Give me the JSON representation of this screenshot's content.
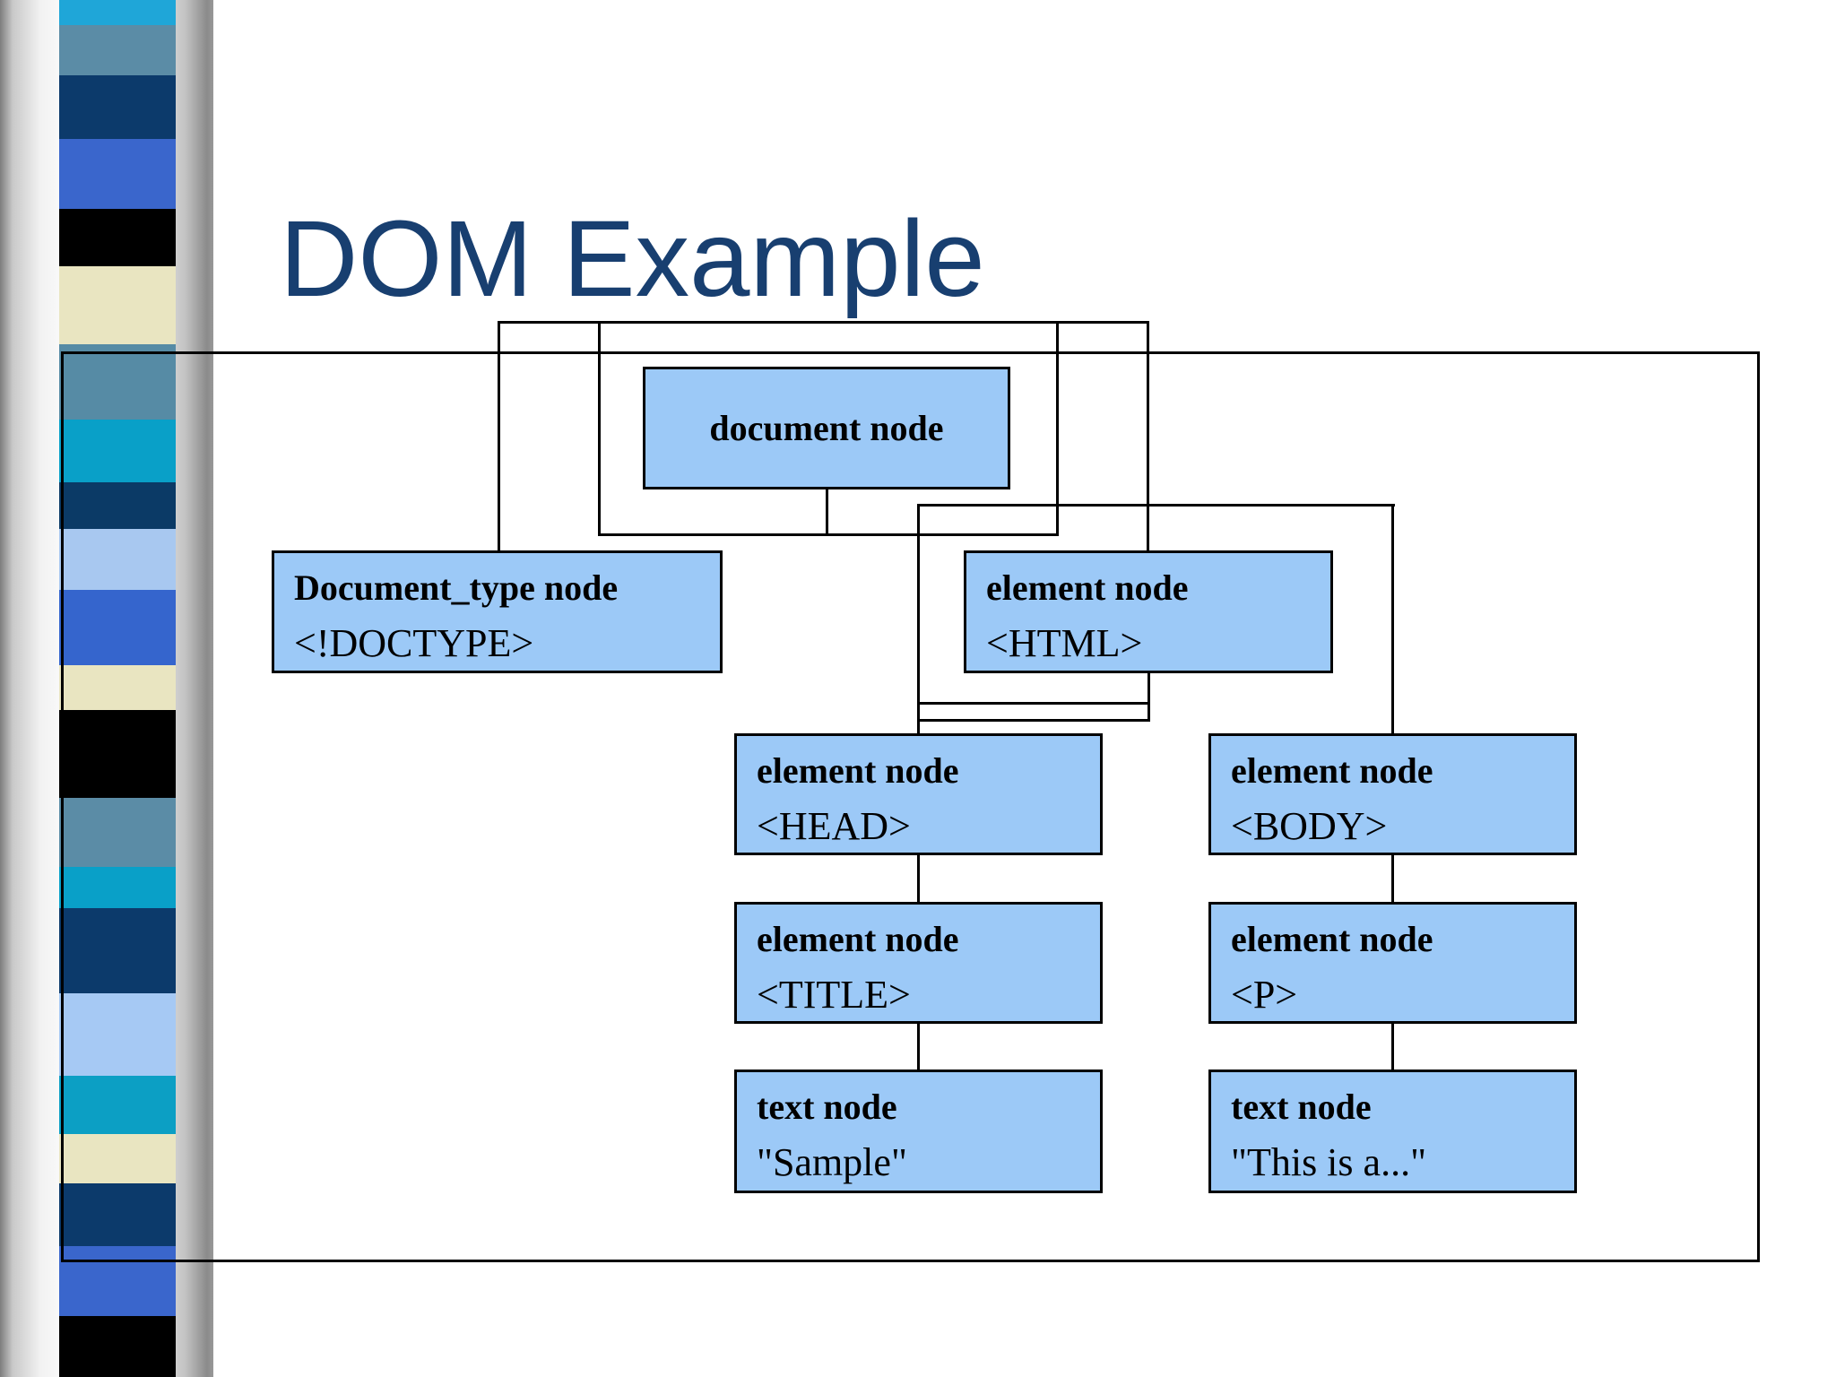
{
  "slide": {
    "title": "DOM Example"
  },
  "colors": {
    "title_navy": "#183F70",
    "node_fill": "#9CC9F7",
    "node_border": "#000000",
    "line_black": "#000000"
  },
  "sidebar": {
    "stripes": [
      {
        "name": "cyan",
        "color": "#1FA6D8",
        "h": 28
      },
      {
        "name": "steel",
        "color": "#5B8CA6",
        "h": 56
      },
      {
        "name": "navy",
        "color": "#0C3A6B",
        "h": 71
      },
      {
        "name": "royal",
        "color": "#3A66CC",
        "h": 78
      },
      {
        "name": "black",
        "color": "#000000",
        "h": 64
      },
      {
        "name": "cream",
        "color": "#E9E5C1",
        "h": 87
      },
      {
        "name": "steel",
        "color": "#568BA5",
        "h": 84
      },
      {
        "name": "cyan",
        "color": "#09A0C8",
        "h": 70
      },
      {
        "name": "navy",
        "color": "#0B3A66",
        "h": 52
      },
      {
        "name": "sky",
        "color": "#A8C8F0",
        "h": 68
      },
      {
        "name": "royal",
        "color": "#3565CD",
        "h": 84
      },
      {
        "name": "cream",
        "color": "#E9E5C1",
        "h": 50
      },
      {
        "name": "black",
        "color": "#000000",
        "h": 98
      },
      {
        "name": "steel",
        "color": "#5B8CA6",
        "h": 77
      },
      {
        "name": "cyan",
        "color": "#09A0C8",
        "h": 46
      },
      {
        "name": "navy",
        "color": "#0C3A6B",
        "h": 95
      },
      {
        "name": "sky",
        "color": "#A6C9F4",
        "h": 92
      },
      {
        "name": "cyan",
        "color": "#0C9FC4",
        "h": 65
      },
      {
        "name": "cream",
        "color": "#E9E5C1",
        "h": 55
      },
      {
        "name": "navy",
        "color": "#0C3A6B",
        "h": 70
      },
      {
        "name": "royal",
        "color": "#3A66CC",
        "h": 78
      },
      {
        "name": "black",
        "color": "#000000",
        "h": 68
      }
    ]
  },
  "diagram": {
    "nodes": [
      {
        "id": "document",
        "line1": "document node",
        "line2": ""
      },
      {
        "id": "doctype",
        "line1": "Document_type node",
        "line2": "<!DOCTYPE>"
      },
      {
        "id": "html",
        "line1": "element node",
        "line2": "<HTML>"
      },
      {
        "id": "head",
        "line1": "element node",
        "line2": "<HEAD>"
      },
      {
        "id": "body",
        "line1": "element node",
        "line2": "<BODY>"
      },
      {
        "id": "title",
        "line1": "element node",
        "line2": "<TITLE>"
      },
      {
        "id": "p",
        "line1": "element node",
        "line2": "<P>"
      },
      {
        "id": "text-sample",
        "line1": "text node",
        "line2": "\"Sample\""
      },
      {
        "id": "text-this",
        "line1": "text node",
        "line2": "\"This is a...\""
      }
    ]
  }
}
